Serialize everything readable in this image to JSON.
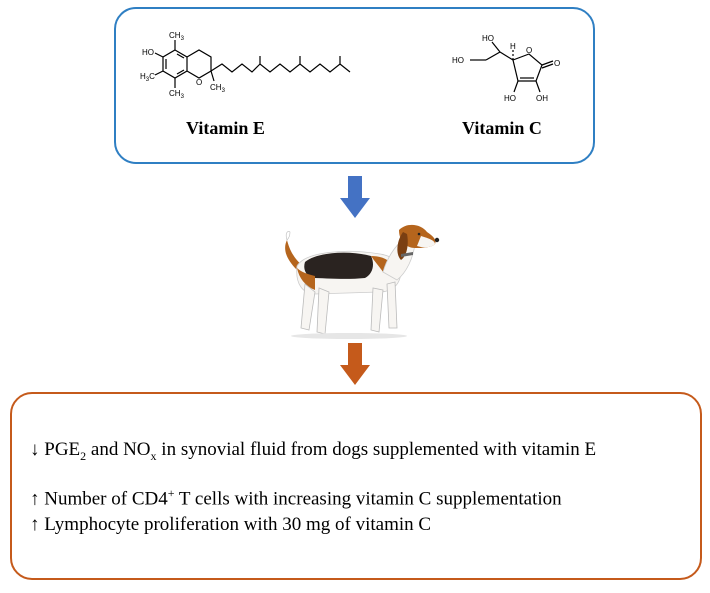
{
  "compounds": {
    "vitamin_e": {
      "label": "Vitamin E",
      "atoms": {
        "ho": "HO",
        "ch3": "CH",
        "three": "3",
        "h3c": "H",
        "h3c_c": "C",
        "o": "O"
      }
    },
    "vitamin_c": {
      "label": "Vitamin C",
      "atoms": {
        "ho_top": "HO",
        "h": "H",
        "ho_left": "HO",
        "o_ring": "O",
        "o_carbonyl": "O",
        "ho_bottom": "HO",
        "oh_bottom": "OH"
      }
    }
  },
  "colors": {
    "top_border": "#2f7fc3",
    "blue_arrow": "#4472c4",
    "orange_arrow": "#c55a1b",
    "bottom_border": "#c55a1b"
  },
  "animal_icon": "beagle-dog-illustration",
  "findings": [
    {
      "arrow": "↓",
      "pre": " PGE",
      "sub": "2",
      "mid": " and NO",
      "sub2": "x",
      "post": " in synovial fluid from dogs supplemented with vitamin E"
    },
    {
      "arrow": "↑",
      "pre": " Number of CD4",
      "sup": "+",
      "post": " T cells with increasing vitamin C supplementation"
    },
    {
      "arrow": "↑",
      "text": " Lymphocyte proliferation with 30 mg of vitamin C"
    }
  ]
}
